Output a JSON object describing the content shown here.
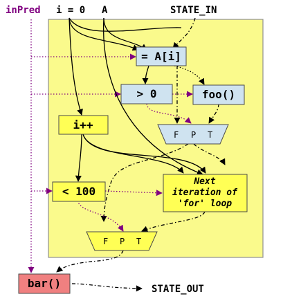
{
  "inputs": {
    "in_pred": "inPred",
    "init": "i = 0",
    "array": "A",
    "state_in": "STATE_IN"
  },
  "nodes": {
    "load": "= A[i]",
    "compare_zero": "> 0",
    "call_foo": "foo()",
    "increment": "i++",
    "compare_limit": "< 100",
    "call_bar": "bar()"
  },
  "selector_upper": {
    "f": "F",
    "p": "P",
    "t": "T"
  },
  "selector_lower": {
    "f": "F",
    "p": "P",
    "t": "T"
  },
  "next_iteration": [
    "Next",
    "iteration of",
    "'for' loop"
  ],
  "outputs": {
    "state_out": "STATE_OUT"
  },
  "colors": {
    "loop_fill": "#fafa8c",
    "loop_border": "#909090",
    "op_node": "#cfe3f0",
    "inc_node": "#ffff55",
    "call_bar_node": "#f08080",
    "predicate_edge": "#800080",
    "data_edge": "#000000"
  }
}
